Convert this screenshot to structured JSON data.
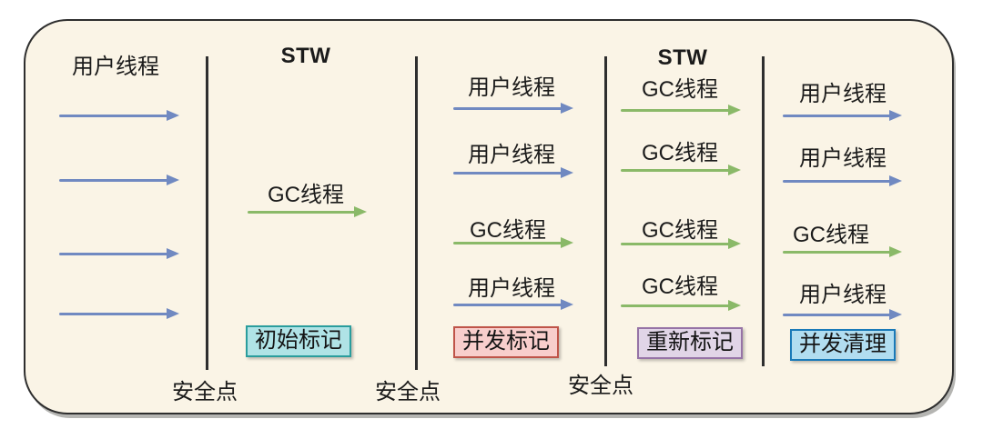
{
  "diagram": {
    "colors": {
      "panel_bg": "#faf4e6",
      "panel_border": "#2e2e2e",
      "user_thread_arrow": "#7089c1",
      "gc_thread_arrow": "#8ab968"
    },
    "stw_labels": [
      "STW",
      "STW"
    ],
    "safepoints": [
      "安全点",
      "安全点",
      "安全点"
    ],
    "lane1": {
      "header": "用户线程"
    },
    "lane2": {
      "gc_label": "GC线程"
    },
    "lane3": {
      "rows": [
        "用户线程",
        "用户线程",
        "GC线程",
        "用户线程"
      ]
    },
    "lane4": {
      "rows": [
        "GC线程",
        "GC线程",
        "GC线程",
        "GC线程"
      ]
    },
    "lane5": {
      "rows": [
        "用户线程",
        "用户线程",
        "GC线程",
        "用户线程"
      ]
    },
    "phases": [
      {
        "label": "初始标记",
        "bg": "#b0e3e6",
        "border": "#2a9d9d"
      },
      {
        "label": "并发标记",
        "bg": "#f8cecc",
        "border": "#bf5449"
      },
      {
        "label": "重新标记",
        "bg": "#e1d5e7",
        "border": "#9673a6"
      },
      {
        "label": "并发清理",
        "bg": "#b1ddf0",
        "border": "#1a7ab8"
      }
    ]
  }
}
